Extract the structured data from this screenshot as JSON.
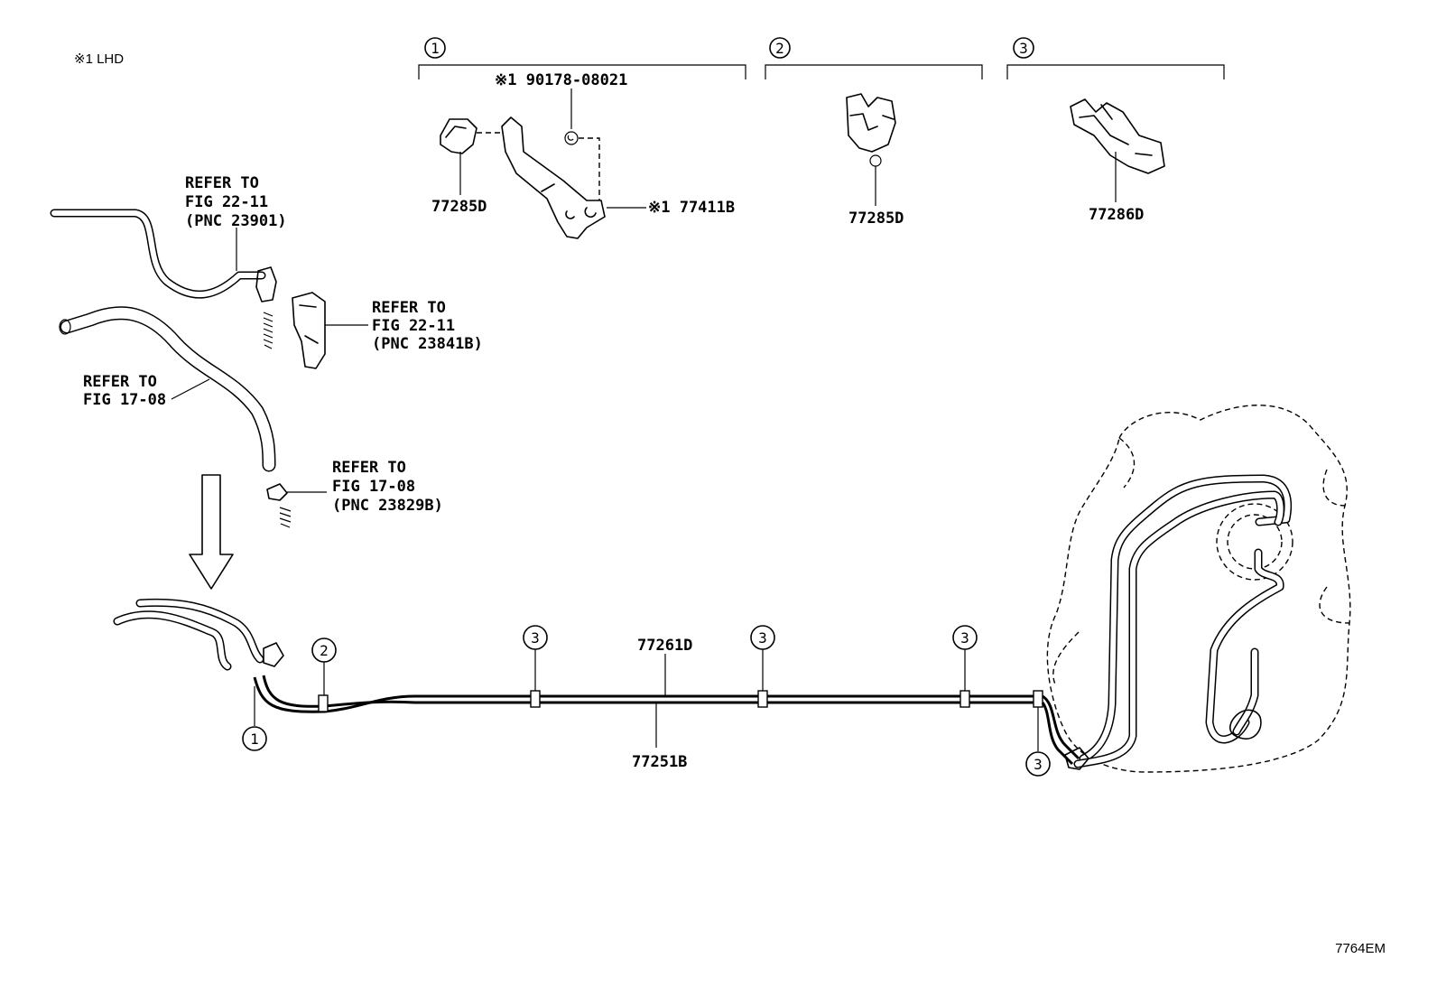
{
  "note_lhd": "※1 LHD",
  "diagram_code": "7764EM",
  "insets": [
    {
      "callout": "1",
      "parts": [
        "※1 90178-08021",
        "77285D",
        "※1 77411B"
      ]
    },
    {
      "callout": "2",
      "parts": [
        "77285D"
      ]
    },
    {
      "callout": "3",
      "parts": [
        "77286D"
      ]
    }
  ],
  "refer_labels": [
    {
      "line1": "REFER TO",
      "line2": "FIG 22-11",
      "line3": "(PNC 23901)"
    },
    {
      "line1": "REFER TO",
      "line2": "FIG 22-11",
      "line3": "(PNC 23841B)"
    },
    {
      "line1": "REFER TO",
      "line2": "FIG 17-08",
      "line3": ""
    },
    {
      "line1": "REFER TO",
      "line2": "FIG 17-08",
      "line3": "(PNC 23829B)"
    }
  ],
  "main_parts": {
    "upper_tube": "77261D",
    "lower_tube": "77251B"
  },
  "main_callouts": [
    "1",
    "2",
    "3",
    "3",
    "3",
    "3"
  ]
}
